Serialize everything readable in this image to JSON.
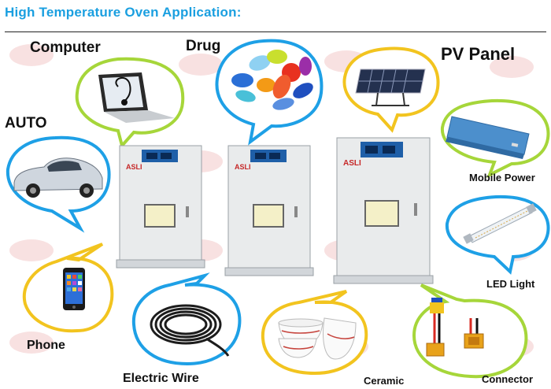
{
  "page": {
    "title": "High Temperature Oven Application:"
  },
  "oven_brand": "ASLI",
  "applications": {
    "computer": "Computer",
    "drug": "Drug",
    "pv_panel": "PV Panel",
    "auto": "AUTO",
    "mobile_power": "Mobile Power",
    "led_light": "LED Light",
    "phone": "Phone",
    "electric_wire": "Electric Wire",
    "ceramic": "Ceramic",
    "connector": "Connector"
  },
  "colors": {
    "title": "#1a9fe0",
    "bubble_blue": "#1ea0e6",
    "bubble_yellow": "#f2c41f",
    "bubble_green": "#a6d63a",
    "oven_body": "#e9ebec",
    "oven_panel": "#1f5fa8",
    "oven_door_window": "#f4f0c8",
    "watermark": "#f3c9c9"
  },
  "icons": [
    "laptop-icon",
    "pills-icon",
    "solar-panel-icon",
    "car-icon",
    "power-bank-icon",
    "led-tube-icon",
    "smartphone-icon",
    "cable-coil-icon",
    "bowls-icon",
    "connector-plug-icon",
    "oven-icon"
  ]
}
